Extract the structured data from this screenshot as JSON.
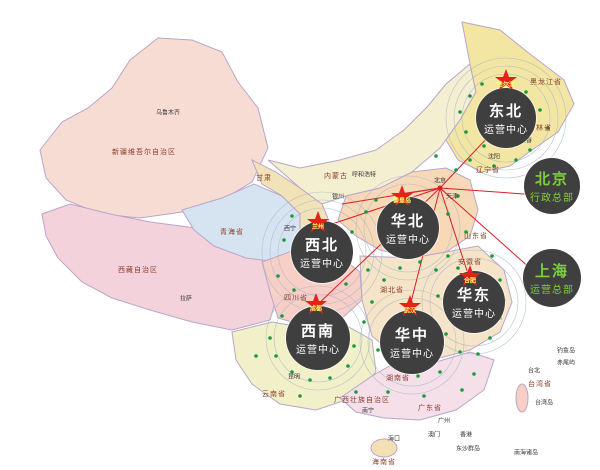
{
  "colors": {
    "hub_bg": "#3f3f3f",
    "hq_text": "#7dcf3b",
    "star": "#e8201a",
    "line": "#d8202a",
    "dot": "#1a9a3c"
  },
  "regions": {
    "xinjiang": "新疆维吾尔自治区",
    "tibet": "西藏自治区",
    "qinghai": "青海省",
    "gansu": "甘肃",
    "inner_mongolia": "内蒙古",
    "heilongjiang": "黑龙江省",
    "jilin": "吉林省",
    "sichuan": "四川省",
    "yunnan": "云南省",
    "guangdong": "广东省",
    "guangxi": "广西壮族自治区",
    "hainan": "海南省",
    "taiwan": "台湾省",
    "hunan": "湖南省",
    "hubei": "湖北省",
    "shandong": "山东省",
    "liaoning": "辽宁省",
    "anhui": "安徽省"
  },
  "cities": {
    "urumqi": "乌鲁木齐",
    "lhasa": "拉萨",
    "xining": "西宁",
    "yinchuan": "银川",
    "hohhot": "呼和浩特",
    "beijing": "北京",
    "tianjin": "天津",
    "shenyang": "沈阳",
    "changchun": "长春",
    "nanning": "南宁",
    "guangzhou": "广州",
    "haikou": "海口",
    "hongkong": "香港",
    "macau": "澳门",
    "kunming": "昆明",
    "taipei": "台北",
    "taiwan_island": "台湾岛",
    "dongsha": "东沙群岛",
    "diaoyu": "钓鱼岛",
    "chiwei": "赤尾屿",
    "nanhai": "南海诸岛"
  },
  "hubs": {
    "dongbei": {
      "line1": "东北",
      "line2": "运营中心",
      "star": "哈尔滨"
    },
    "huabei": {
      "line1": "华北",
      "line2": "运营中心",
      "star": "秦皇岛"
    },
    "xibei": {
      "line1": "西北",
      "line2": "运营中心",
      "star": "兰州"
    },
    "xinan": {
      "line1": "西南",
      "line2": "运营中心",
      "star": "成都"
    },
    "huazhong": {
      "line1": "华中",
      "line2": "运营中心",
      "star": "武汉"
    },
    "huadong": {
      "line1": "华东",
      "line2": "运营中心",
      "star": "合肥"
    },
    "beijing_hq": {
      "line1": "北京",
      "line2": "行政总部"
    },
    "shanghai_hq": {
      "line1": "上海",
      "line2": "运营总部"
    }
  }
}
